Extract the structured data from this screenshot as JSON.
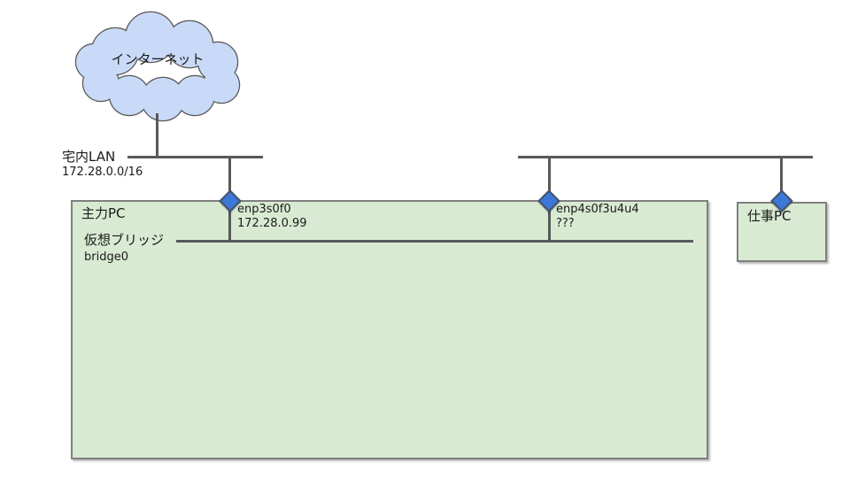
{
  "diagram": {
    "internet_cloud": {
      "label": "インターネット"
    },
    "lan": {
      "name": "宅内LAN",
      "subnet": "172.28.0.0/16"
    },
    "main_pc": {
      "name": "主力PC",
      "bridge": {
        "name": "仮想ブリッジ",
        "device": "bridge0"
      },
      "interfaces": [
        {
          "device": "enp3s0f0",
          "address": "172.28.0.99"
        },
        {
          "device": "enp4s0f3u4u4",
          "address": "???"
        }
      ]
    },
    "work_pc": {
      "name": "仕事PC"
    },
    "colors": {
      "node_fill": "#d9ead3",
      "cloud_fill": "#c9daf8",
      "line": "#595959",
      "connector_fill": "#3c78d8",
      "connector_border": "#44546a",
      "box_border": "#7f7f7f"
    }
  }
}
